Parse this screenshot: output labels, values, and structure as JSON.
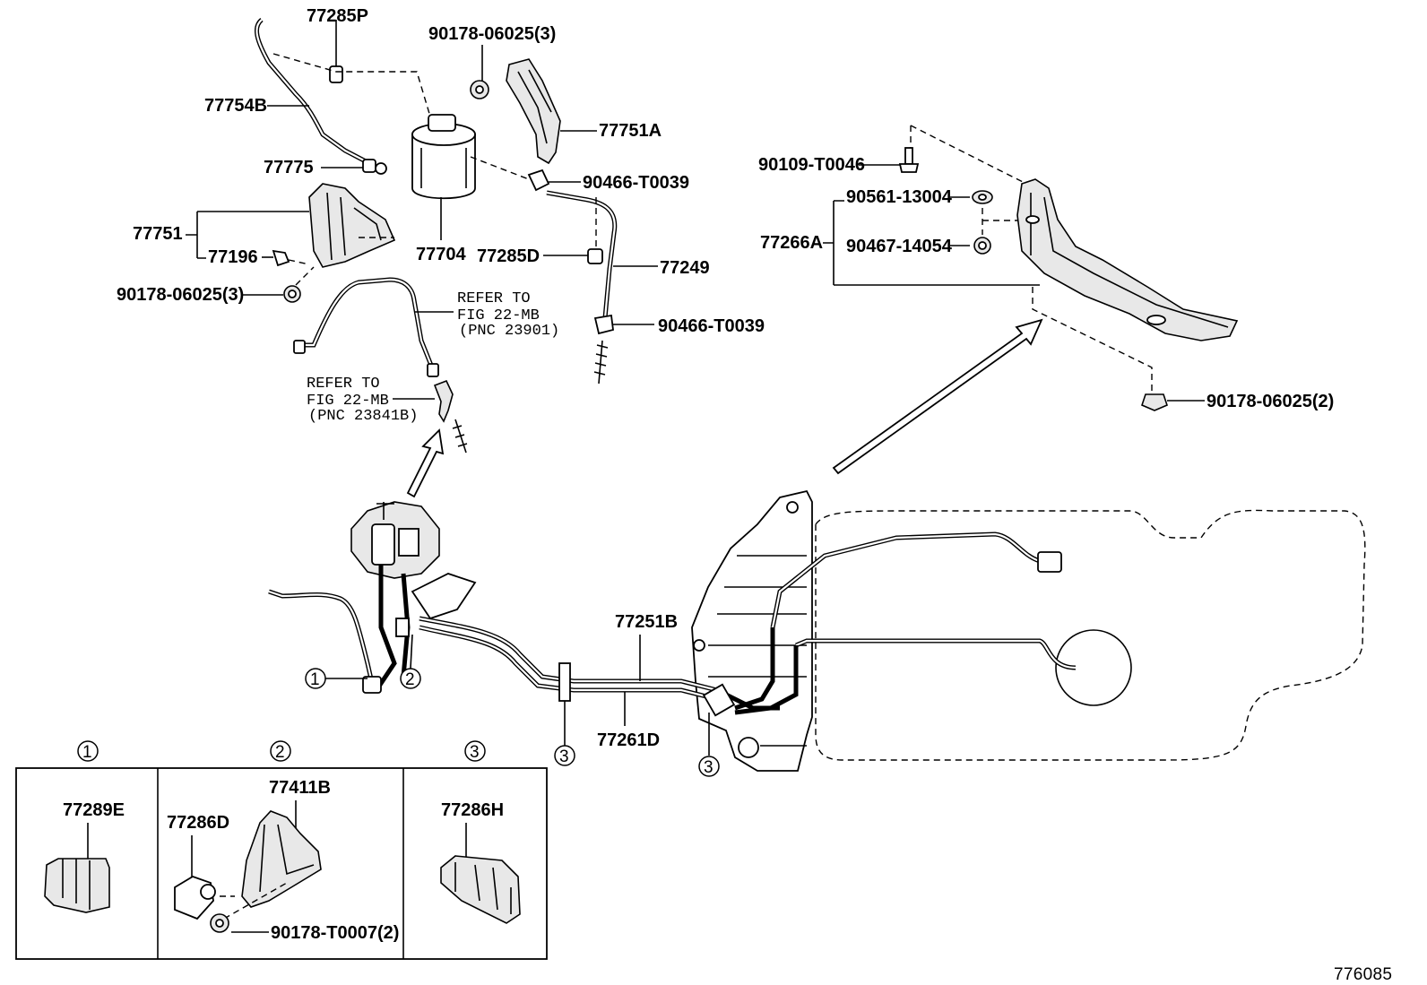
{
  "callouts": {
    "p77285P": "77285P",
    "p90178_06025_3_top": "90178-06025(3)",
    "p77754B": "77754B",
    "p77751A": "77751A",
    "p77775": "77775",
    "p90466_T0039_a": "90466-T0039",
    "p77751": "77751",
    "p77196": "77196",
    "p77704": "77704",
    "p77285D": "77285D",
    "p77249": "77249",
    "p90178_06025_3_left": "90178-06025(3)",
    "p90466_T0039_b": "90466-T0039",
    "p90109_T0046": "90109-T0046",
    "p90561_13004": "90561-13004",
    "p77266A": "77266A",
    "p90467_14054": "90467-14054",
    "p90178_06025_2": "90178-06025(2)",
    "p77251B": "77251B",
    "p77261D": "77261D",
    "p77289E": "77289E",
    "p77411B": "77411B",
    "p77286D": "77286D",
    "p77286H": "77286H",
    "p90178_T0007_2": "90178-T0007(2)"
  },
  "references": {
    "ref1_line1": "REFER TO",
    "ref1_line2": "FIG 22-MB",
    "ref1_line3": "(PNC 23901)",
    "ref2_line1": "REFER TO",
    "ref2_line2": "FIG 22-MB",
    "ref2_line3": "(PNC 23841B)"
  },
  "markers": {
    "m1": "1",
    "m2": "2",
    "m3": "3"
  },
  "diagram_id": "776085"
}
